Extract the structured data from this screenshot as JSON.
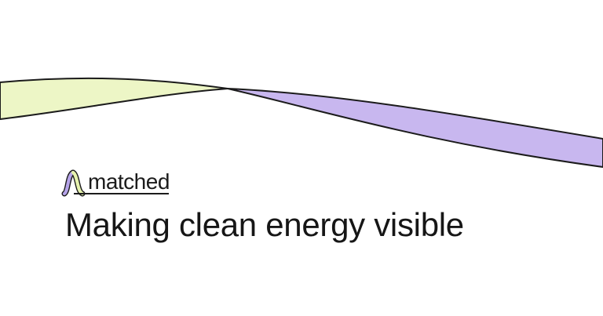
{
  "waves": {
    "icon": "crossing-sine-waves",
    "left_wave_fill": "#edf6c6",
    "right_wave_fill": "#c8b7ef",
    "outline_color": "#1b1b1b"
  },
  "logo": {
    "text": "matched",
    "icon": "bell-curve-icon",
    "icon_left_color": "#b5a3e8",
    "icon_right_color": "#e6f2ad",
    "text_color": "#1b1b1b"
  },
  "headline": {
    "text": "Making clean energy visible",
    "color": "#161616"
  }
}
